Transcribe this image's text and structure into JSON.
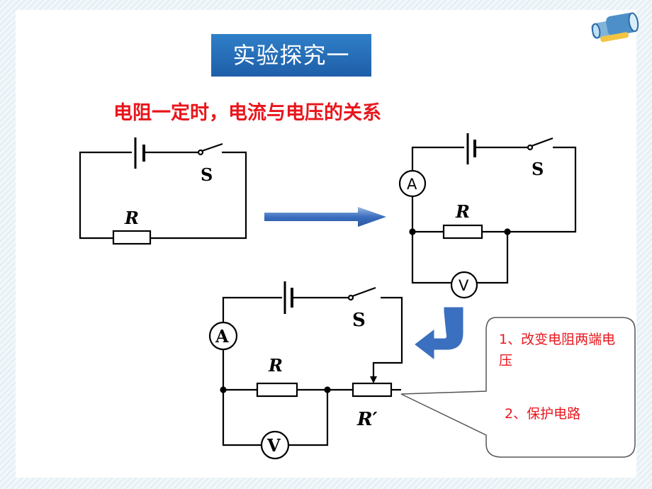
{
  "title": "实验探究一",
  "subtitle": "电阻一定时，电流与电压的关系",
  "callout": {
    "item1": "1、改变电阻两端电压",
    "item2": "2、保护电路"
  },
  "circuit1": {
    "switch_label": "S",
    "resistor_label": "R"
  },
  "circuit2": {
    "switch_label": "S",
    "resistor_label": "R",
    "ammeter_label": "A",
    "voltmeter_label": "V"
  },
  "circuit3": {
    "switch_label": "S",
    "resistor_label": "R",
    "rheostat_label": "R′",
    "ammeter_label": "A",
    "voltmeter_label": "V"
  },
  "colors": {
    "title_bg": "#2468b4",
    "subtitle": "#e8161c",
    "arrow": "#3b6fbf",
    "callout_border": "#555555"
  },
  "icons": {
    "decoration": "binoculars-icon"
  }
}
